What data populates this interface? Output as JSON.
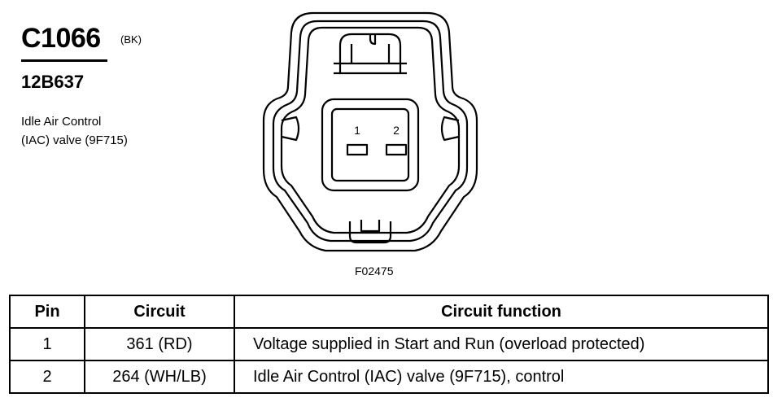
{
  "connector": {
    "id": "C1066",
    "color": "(BK)",
    "part_number": "12B637",
    "description_line1": "Idle Air Control",
    "description_line2": "(IAC) valve (9F715)"
  },
  "diagram": {
    "pin_labels": [
      "1",
      "2"
    ],
    "figure_id": "F02475"
  },
  "table": {
    "headers": [
      "Pin",
      "Circuit",
      "Circuit function"
    ],
    "rows": [
      {
        "pin": "1",
        "circuit": "361 (RD)",
        "function": "Voltage supplied in Start and Run (overload protected)"
      },
      {
        "pin": "2",
        "circuit": "264 (WH/LB)",
        "function": "Idle Air Control (IAC) valve (9F715), control"
      }
    ]
  }
}
